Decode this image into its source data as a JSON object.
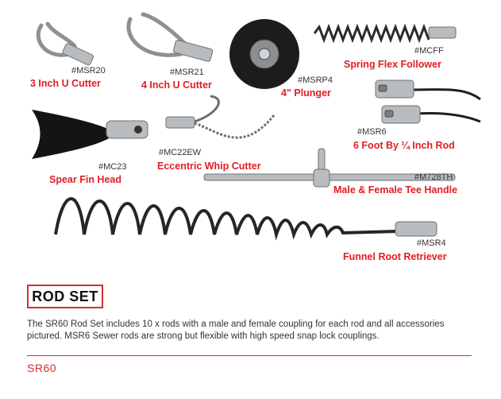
{
  "products": [
    {
      "code": "#MSR20",
      "name": "3 Inch U Cutter"
    },
    {
      "code": "#MSR21",
      "name": "4 Inch U Cutter"
    },
    {
      "code": "#MSRP4",
      "name": "4\" Plunger"
    },
    {
      "code": "#MCFF",
      "name": "Spring Flex Follower"
    },
    {
      "code": "#MSR6",
      "name": "6 Foot By ¼ Inch Rod"
    },
    {
      "code": "#MC23",
      "name": "Spear Fin Head"
    },
    {
      "code": "#MC22EW",
      "name": "Eccentric Whip Cutter"
    },
    {
      "code": "#M728TH",
      "name": "Male & Female Tee Handle"
    },
    {
      "code": "#MSR4",
      "name": "Funnel Root Retriever"
    }
  ],
  "section": {
    "heading": "ROD SET",
    "description": "The SR60 Rod Set includes 10 x rods with a male and female coupling for each rod and all accessories pictured. MSR6 Sewer rods are strong but flexible with high speed snap lock couplings.",
    "sku": "SR60"
  },
  "colors": {
    "accent": "#e11d24",
    "rule": "#d32f2f",
    "text": "#333333"
  }
}
